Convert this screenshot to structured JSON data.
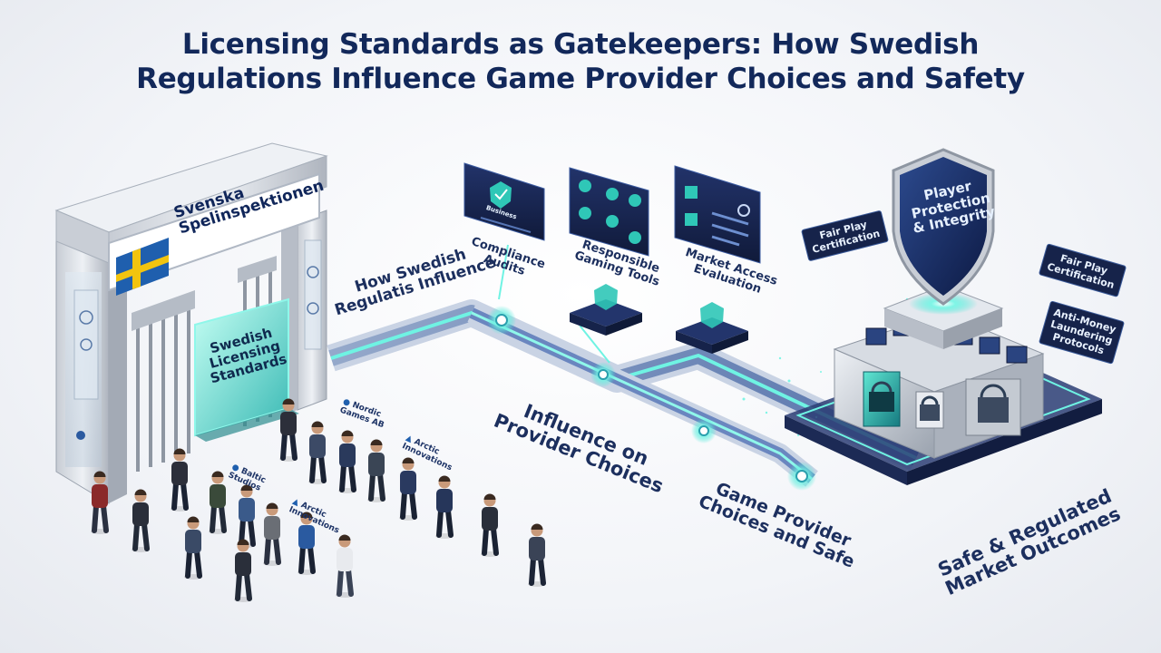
{
  "title": {
    "line1": "Licensing Standards as Gatekeepers: How Swedish",
    "line2": "Regulations Influence Game Provider Choices and Safety"
  },
  "gate": {
    "sign_line1": "Svenska",
    "sign_line2": "Spelinspektionen",
    "screen_line1": "Swedish",
    "screen_line2": "Licensing",
    "screen_line3": "Standards"
  },
  "path_labels": {
    "regulations_line1": "How Swedish",
    "regulations_line2": "Regulatis Influence",
    "influence_line1": "Influence on",
    "influence_line2": "Provider Choices",
    "game_line1": "Game Provider",
    "game_line2": "Choices and Safe",
    "safe_line1": "Safe & Regulated",
    "safe_line2": "Market Outcomes"
  },
  "checkpoints": [
    {
      "line1": "Compliance",
      "line2": "Audits",
      "panel_text": "Business"
    },
    {
      "line1": "Responsible",
      "line2": "Gaming Tools"
    },
    {
      "line1": "Market Access",
      "line2": "Evaluation"
    }
  ],
  "shield": {
    "line1": "Player",
    "line2": "Protection",
    "line3": "& Integrity"
  },
  "badges": [
    {
      "line1": "Fair Play",
      "line2": "Certification"
    },
    {
      "line1": "Fair Play",
      "line2": "Certification"
    },
    {
      "line1": "Anti-Money",
      "line2": "Laundering",
      "line3": "Protocols"
    }
  ],
  "provider_tags": [
    {
      "line1": "Nordic",
      "line2": "Games AB"
    },
    {
      "line1": "Arctic",
      "line2": "Innovations"
    },
    {
      "line1": "Baltic",
      "line2": "Studios"
    },
    {
      "line1": "Arctic",
      "line2": "Innovations"
    }
  ],
  "colors": {
    "title": "#12285a",
    "swedish_blue": "#1f5fae",
    "swedish_yellow": "#f2c40f",
    "glow": "#3fe6d6",
    "panel": "#16234a"
  }
}
